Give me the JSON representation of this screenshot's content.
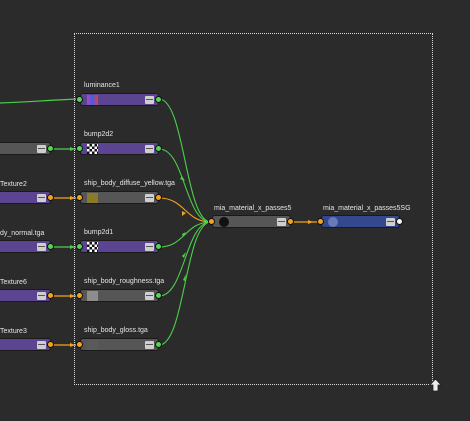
{
  "nodes": {
    "luminance": {
      "label": "luminance1",
      "icon": "luminance-swatch"
    },
    "bump2d2": {
      "label": "bump2d2",
      "icon": "checker-swatch"
    },
    "diffuse": {
      "label": "ship_body_diffuse_yellow.tga",
      "icon": "texture-swatch"
    },
    "bump2d1": {
      "label": "bump2d1",
      "icon": "checker-swatch"
    },
    "roughness": {
      "label": "ship_body_roughness.tga",
      "icon": "texture-swatch"
    },
    "gloss": {
      "label": "ship_body_gloss.tga",
      "icon": "texture-swatch"
    },
    "material": {
      "label": "mia_material_x_passes5",
      "icon": "material-sphere"
    },
    "sg": {
      "label": "mia_material_x_passes5SG",
      "icon": "shading-group"
    },
    "left_texture2": {
      "label": "Texture2"
    },
    "left_normal": {
      "label": "dy_normal.tga"
    },
    "left_texture6": {
      "label": "Texture6"
    },
    "left_texture3": {
      "label": "Texture3"
    }
  },
  "colors": {
    "background": "#2b2b2b",
    "texture_node": "#5b4590",
    "utility_node": "#565656",
    "shading_group": "#34488e",
    "connection_green": "#4ccf4c",
    "connection_orange": "#f2a51c"
  }
}
